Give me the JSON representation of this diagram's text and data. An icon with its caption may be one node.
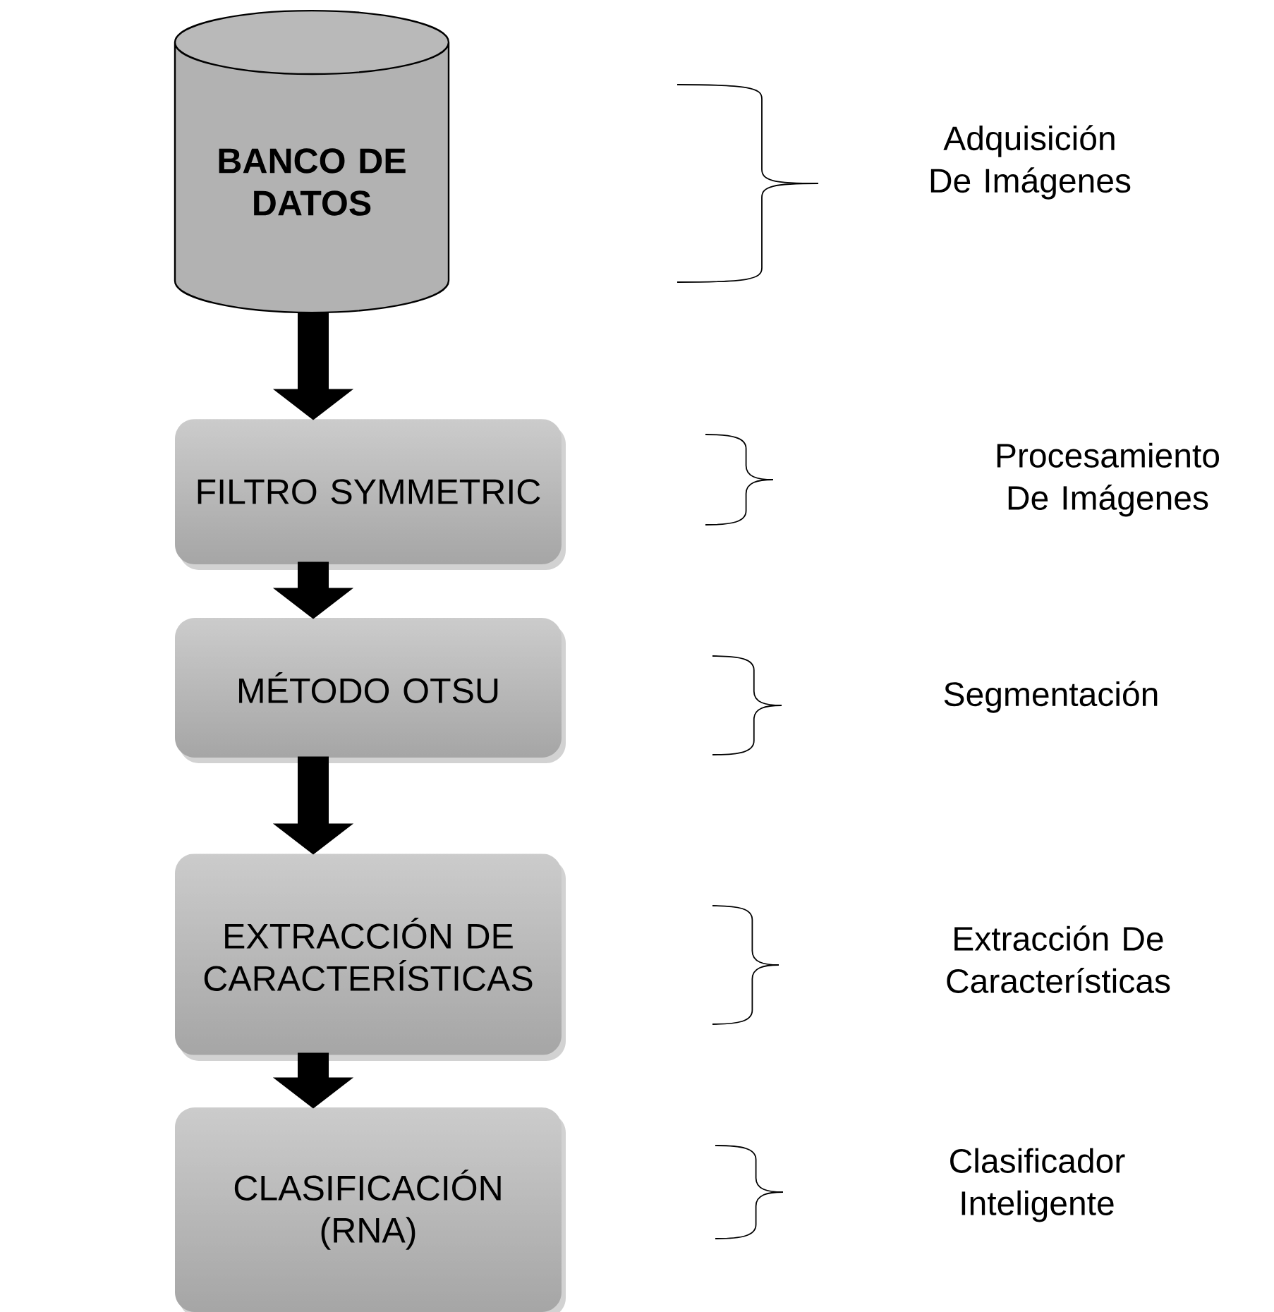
{
  "diagram": {
    "nodes": [
      {
        "text": [
          "BANCO DE DATOS"
        ]
      },
      {
        "text": [
          "FILTRO SYMMETRIC"
        ]
      },
      {
        "text": [
          "MÉTODO OTSU"
        ]
      },
      {
        "text": [
          "EXTRACCIÓN DE CARACTERÍSTICAS"
        ]
      },
      {
        "text": [
          "CLASIFICACIÓN (RNA)"
        ]
      }
    ],
    "edges": [
      {
        "from": 0,
        "to": 1,
        "arrow": "to"
      },
      {
        "from": 1,
        "to": 2,
        "arrow": "to"
      },
      {
        "from": 2,
        "to": 3,
        "arrow": "to"
      },
      {
        "from": 3,
        "to": 4,
        "arrow": "to"
      }
    ],
    "labels": [
      "Adquisición De Imágenes",
      "Procesamiento De Imágenes",
      "Segmentación",
      "Extracción De Características",
      "Clasificador Inteligente"
    ]
  }
}
